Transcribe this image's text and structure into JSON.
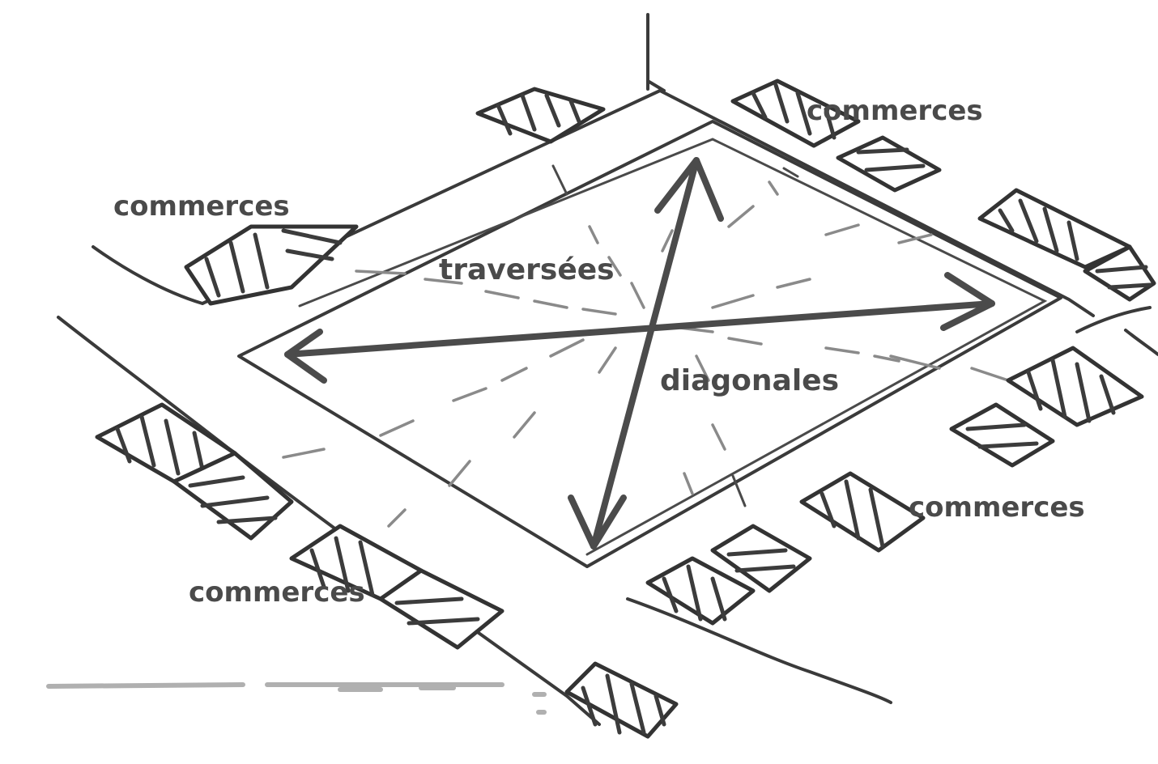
{
  "labels": {
    "shops_top_right": "commerces",
    "shops_top_left": "commerces",
    "shops_right": "commerces",
    "shops_bottom_left": "commerces",
    "crossings": "traversées",
    "diagonals": "diagonales"
  },
  "colors": {
    "ink": "#3a3a3a",
    "arrow": "#4b4b4b",
    "label": "#4a4a4a",
    "background": "#ffffff"
  }
}
